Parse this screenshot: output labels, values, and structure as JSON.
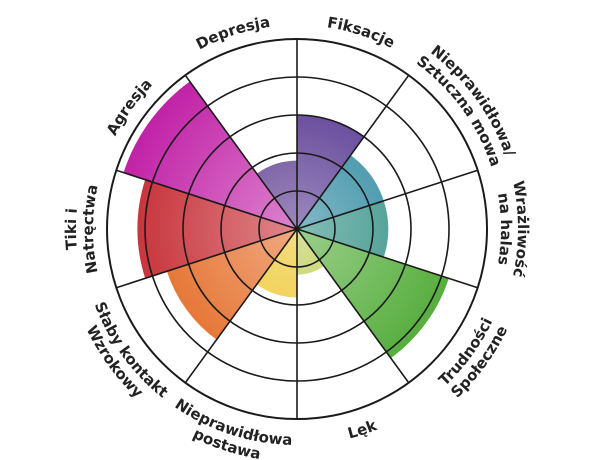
{
  "chart_data": {
    "type": "polar-area",
    "rings": 5,
    "rmax": 5,
    "categories": [
      {
        "lines": [
          "Fiksacje"
        ],
        "value": 3,
        "color": "#4b2a8a"
      },
      {
        "lines": [
          "Nieprawidłowa/",
          "Sztuczna mowa"
        ],
        "value": 2.4,
        "color": "#1d7f99"
      },
      {
        "lines": [
          "Wrażliwość",
          "na halas"
        ],
        "value": 2.4,
        "color": "#23887c"
      },
      {
        "lines": [
          "Trudności",
          "Społeczne"
        ],
        "value": 4.2,
        "color": "#4aa82f"
      },
      {
        "lines": [
          "Lęk"
        ],
        "value": 1.2,
        "color": "#b6c840"
      },
      {
        "lines": [
          "Nieprawidłowa",
          "postawa"
        ],
        "value": 1.8,
        "color": "#ecc21c"
      },
      {
        "lines": [
          "Słaby kontakt",
          "Wzrokowy"
        ],
        "value": 3.6,
        "color": "#e3641c"
      },
      {
        "lines": [
          "Tiki i",
          "Natręctwa"
        ],
        "value": 4.2,
        "color": "#c4262e"
      },
      {
        "lines": [
          "Agresja"
        ],
        "value": 4.8,
        "color": "#c01ea5"
      },
      {
        "lines": [
          "Depresja"
        ],
        "value": 1.8,
        "color": "#4e2b87"
      }
    ]
  }
}
